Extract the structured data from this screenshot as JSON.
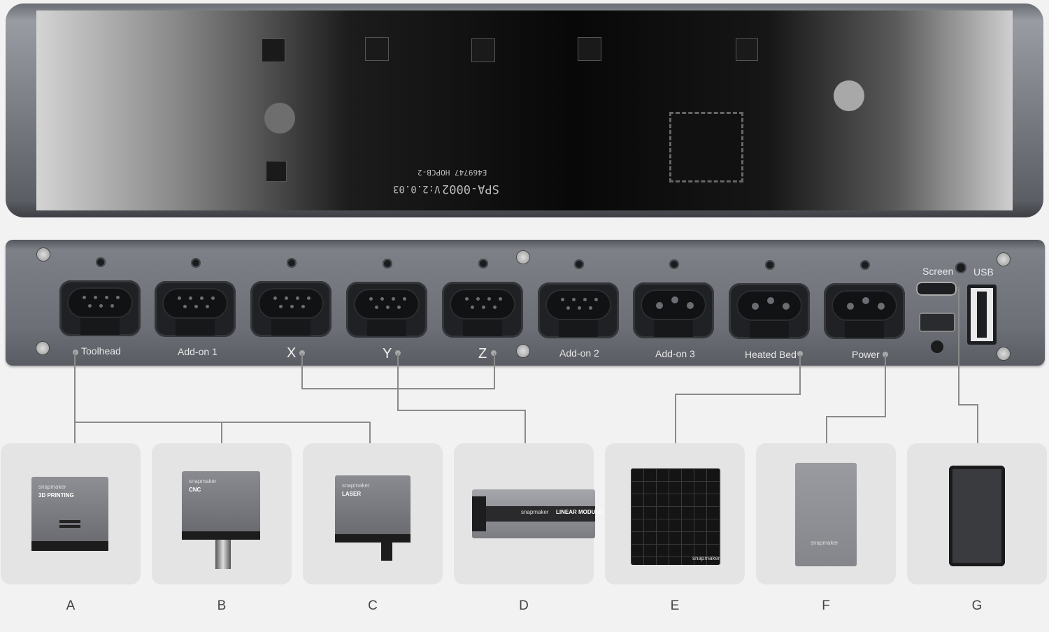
{
  "board": {
    "silkscreen_main": "SPA-0002",
    "silkscreen_version": "V:2.0.03",
    "silkscreen_pcb": "E469747  HOPCB-2"
  },
  "ports": [
    {
      "label": "Toolhead"
    },
    {
      "label": "Add-on 1"
    },
    {
      "label": "X"
    },
    {
      "label": "Y"
    },
    {
      "label": "Z"
    },
    {
      "label": "Add-on 2"
    },
    {
      "label": "Add-on 3"
    },
    {
      "label": "Heated Bed"
    },
    {
      "label": "Power"
    }
  ],
  "side_ports": {
    "screen": "Screen",
    "usb": "USB"
  },
  "modules": [
    {
      "letter": "A",
      "brand": "snapmaker",
      "name": "3D PRINTING"
    },
    {
      "letter": "B",
      "brand": "snapmaker",
      "name": "CNC"
    },
    {
      "letter": "C",
      "brand": "snapmaker",
      "name": "LASER"
    },
    {
      "letter": "D",
      "brand": "snapmaker",
      "name": "LINEAR MODULE"
    },
    {
      "letter": "E",
      "brand": "snapmaker",
      "name": ""
    },
    {
      "letter": "F",
      "brand": "snapmaker",
      "name": ""
    },
    {
      "letter": "G",
      "brand": "",
      "name": ""
    }
  ],
  "colors": {
    "background": "#f2f2f2",
    "card": "#e4e4e4",
    "connector_line": "#8a8a8a",
    "panel": "#6d6f77"
  }
}
